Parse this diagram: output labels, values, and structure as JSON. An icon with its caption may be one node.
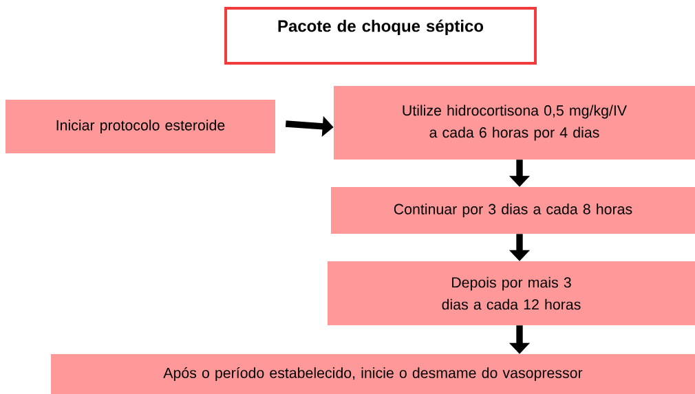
{
  "diagram": {
    "nodes": [
      {
        "text": [
          "Pacote de choque séptico"
        ]
      },
      {
        "text": [
          "Iniciar protocolo esteroide"
        ]
      },
      {
        "text": [
          "Utilize hidrocortisona 0,5 mg/kg/IV a cada 6 horas por 4 dias"
        ]
      },
      {
        "text": [
          "Continuar por 3 dias a cada 8 horas"
        ]
      },
      {
        "text": [
          "Depois por mais 3 dias a cada 12 horas"
        ]
      },
      {
        "text": [
          "Após o período estabelecido, inicie o desmame do vasopressor"
        ]
      }
    ],
    "edges": [
      {
        "from": 1,
        "to": 2,
        "arrow": "to"
      },
      {
        "from": 2,
        "to": 3,
        "arrow": "to"
      },
      {
        "from": 3,
        "to": 4,
        "arrow": "to"
      },
      {
        "from": 4,
        "to": 5,
        "arrow": "to"
      }
    ]
  }
}
